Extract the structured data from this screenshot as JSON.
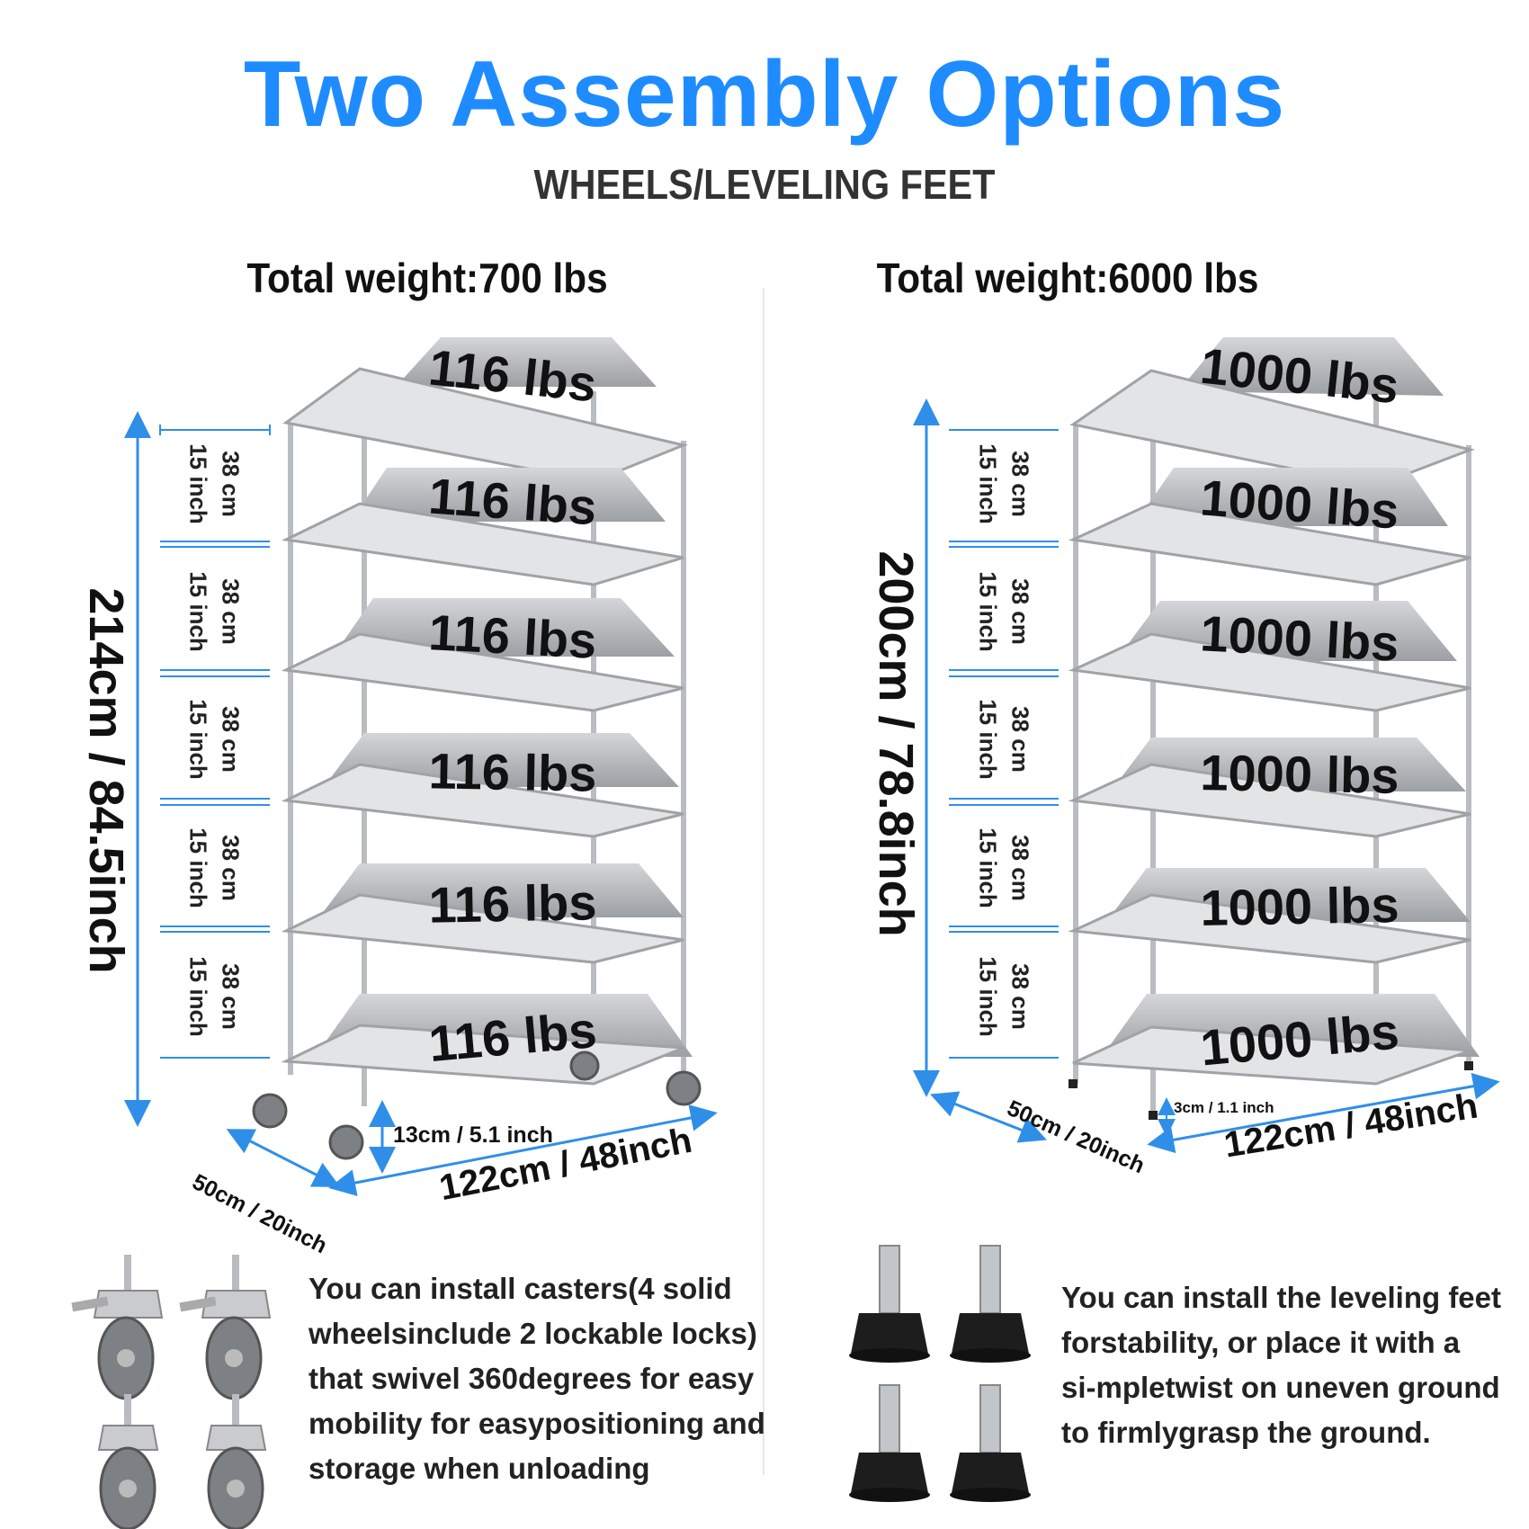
{
  "title": "Two Assembly Options",
  "subtitle": "WHEELS/LEVELING FEET",
  "options": [
    {
      "total_weight": "Total weight:700 lbs",
      "height_label": "214cm / 84.5inch",
      "shelf_load": "116 lbs",
      "spacing_cm": "38 cm",
      "spacing_inch": "15 inch",
      "depth_label": "50cm / 20inch",
      "width_label": "122cm / 48inch",
      "clearance_label": "13cm / 5.1 inch",
      "accessory_icon": "caster-wheel-icon",
      "description": [
        "You can install casters(4 solid",
        "wheelsinclude 2 lockable locks)",
        "that swivel 360degrees for easy",
        "mobility for easypositioning and",
        "storage when unloading"
      ]
    },
    {
      "total_weight": "Total weight:6000 lbs",
      "height_label": "200cm / 78.8inch",
      "shelf_load": "1000 lbs",
      "spacing_cm": "38 cm",
      "spacing_inch": "15 inch",
      "depth_label": "50cm / 20inch",
      "width_label": "122cm / 48inch",
      "clearance_label": "3cm / 1.1 inch",
      "accessory_icon": "leveling-foot-icon",
      "description": [
        "You can install the leveling feet",
        "forstability, or place it with a",
        "si-mpletwist on uneven ground",
        "to firmlygrasp the ground."
      ]
    }
  ],
  "colors": {
    "accent": "#1e8cff",
    "dimension_line": "#2f8fe8",
    "chrome": "#b9bcc0",
    "ingot": "#a6a9ad"
  }
}
